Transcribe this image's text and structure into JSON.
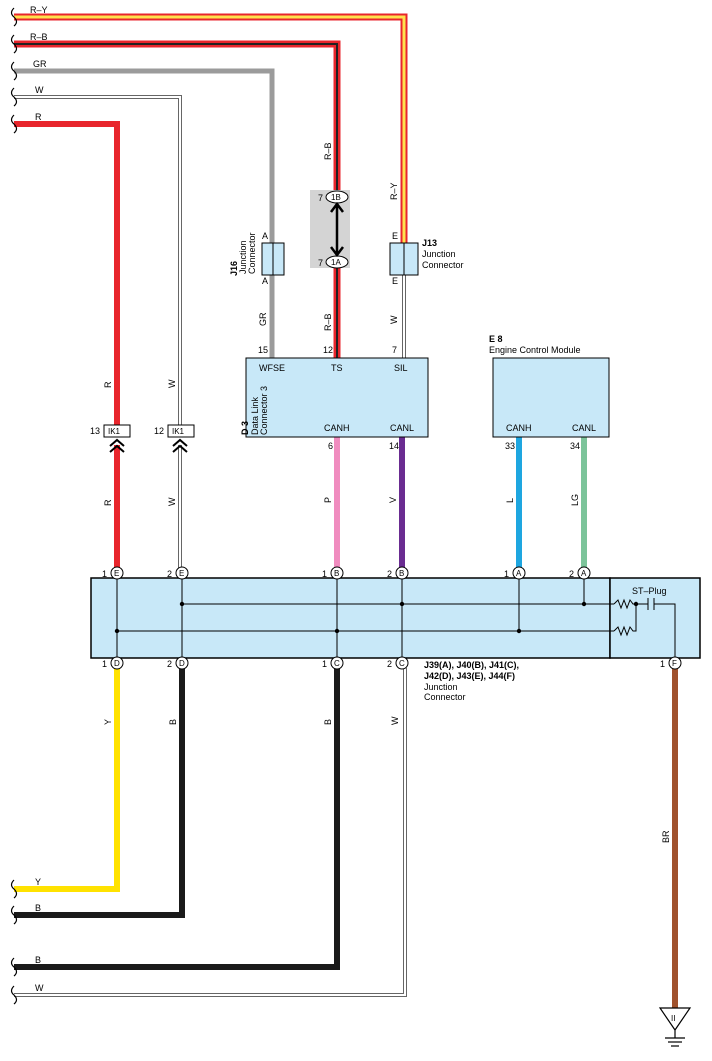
{
  "colors": {
    "R": "#e8262c",
    "R-Y": "#e8262c",
    "R-Y_inner": "#ffe14d",
    "R-B": "#e8262c",
    "R-B_inner": "#222222",
    "GR": "#9b9b9b",
    "W": "#ffffff",
    "P": "#f08cbf",
    "V": "#6a2c91",
    "L": "#1ea6e0",
    "LG": "#7cc49a",
    "Y": "#ffe200",
    "B": "#1a1a1a",
    "BR": "#a0522d",
    "box_fill": "#c8e8f8"
  },
  "left_wires_top": [
    "R–Y",
    "R–B",
    "GR",
    "W",
    "R"
  ],
  "left_wires_bottom": [
    "Y",
    "B",
    "B",
    "W"
  ],
  "wire_labels": {
    "r_top": "R",
    "r_bot": "R",
    "w_top": "W",
    "w_bot": "W",
    "gr_up": "GR",
    "rb_up": "R–B",
    "rb_mid": "R–B",
    "ry_up": "R–Y",
    "w_e": "W",
    "p": "P",
    "v": "V",
    "l": "L",
    "lg": "LG",
    "y": "Y",
    "b1": "B",
    "b2": "B",
    "w_c": "W",
    "br": "BR"
  },
  "j16": {
    "id": "J16",
    "desc1": "Junction",
    "desc2": "Connector",
    "pin_top": "A",
    "pin_bot": "A"
  },
  "j13": {
    "id": "J13",
    "desc1": "Junction",
    "desc2": "Connector",
    "pin_top": "E",
    "pin_bot": "E"
  },
  "splice": {
    "top_num": "7",
    "top_label": "1B",
    "bot_num": "7",
    "bot_label": "1A"
  },
  "d3": {
    "id": "D 3",
    "desc1": "Data Link",
    "desc2": "Connector 3",
    "pins": {
      "wfse": "WFSE",
      "ts": "TS",
      "sil": "SIL",
      "canh": "CANH",
      "canl": "CANL"
    },
    "pin_nums": {
      "wfse": "15",
      "ts": "12",
      "sil": "7",
      "canh": "6",
      "canl": "14"
    }
  },
  "e8": {
    "id": "E 8",
    "desc": "Engine Control Module",
    "pins": {
      "canh": "CANH",
      "canl": "CANL"
    },
    "pin_nums": {
      "canh": "33",
      "canl": "34"
    }
  },
  "ik1": {
    "label": "IK1",
    "left_num": "13",
    "right_num": "12"
  },
  "junction": {
    "title1": "J39(A), J40(B), J41(C),",
    "title2": "J42(D), J43(E), J44(F)",
    "desc1": "Junction",
    "desc2": "Connector",
    "st_plug": "ST–Plug",
    "top_pins": [
      {
        "num": "1",
        "letter": "E"
      },
      {
        "num": "2",
        "letter": "E"
      },
      {
        "num": "1",
        "letter": "B"
      },
      {
        "num": "2",
        "letter": "B"
      },
      {
        "num": "1",
        "letter": "A"
      },
      {
        "num": "2",
        "letter": "A"
      }
    ],
    "bottom_pins": [
      {
        "num": "1",
        "letter": "D"
      },
      {
        "num": "2",
        "letter": "D"
      },
      {
        "num": "1",
        "letter": "C"
      },
      {
        "num": "2",
        "letter": "C"
      },
      {
        "num": "1",
        "letter": "F"
      }
    ]
  },
  "ground": {
    "symbol": "II"
  }
}
